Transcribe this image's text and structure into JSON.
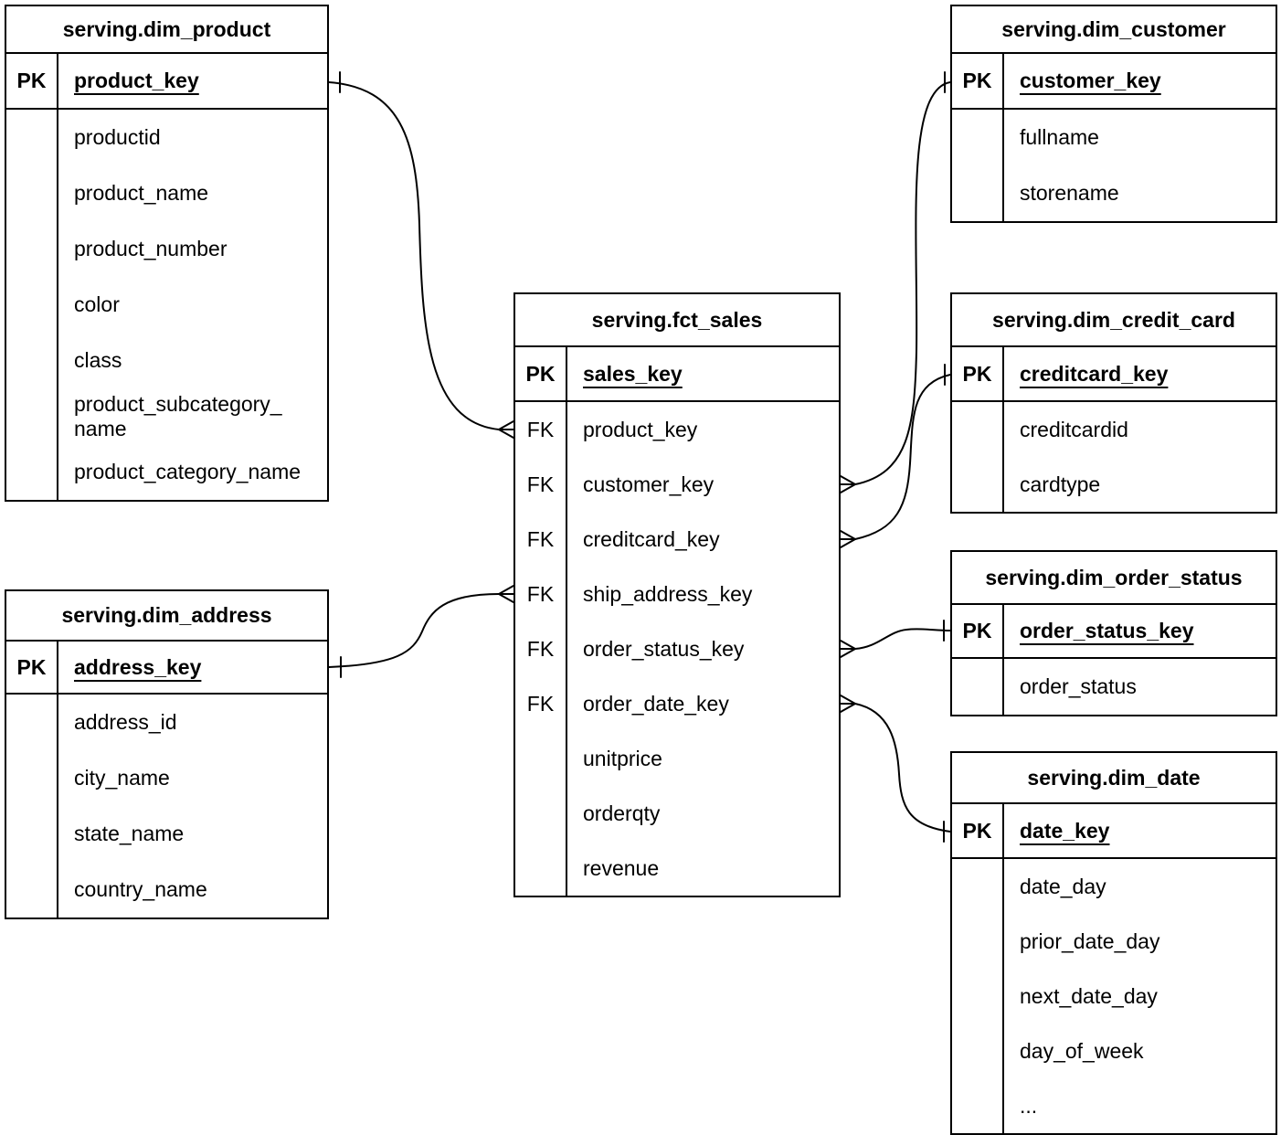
{
  "diagram_type": "entity-relationship",
  "colors": {
    "line": "#000000",
    "background": "#ffffff",
    "text": "#000000"
  },
  "tables": {
    "dim_product": {
      "title": "serving.dim_product",
      "pk_label": "PK",
      "pk_field": "product_key",
      "fields": [
        {
          "key": "",
          "label": "productid"
        },
        {
          "key": "",
          "label": "product_name"
        },
        {
          "key": "",
          "label": "product_number"
        },
        {
          "key": "",
          "label": "color"
        },
        {
          "key": "",
          "label": "class"
        },
        {
          "key": "",
          "label": "product_subcategory_\nname"
        },
        {
          "key": "",
          "label": "product_category_name"
        }
      ]
    },
    "dim_customer": {
      "title": "serving.dim_customer",
      "pk_label": "PK",
      "pk_field": "customer_key",
      "fields": [
        {
          "key": "",
          "label": "fullname"
        },
        {
          "key": "",
          "label": "storename"
        }
      ]
    },
    "fct_sales": {
      "title": "serving.fct_sales",
      "pk_label": "PK",
      "pk_field": "sales_key",
      "fields": [
        {
          "key": "FK",
          "label": "product_key"
        },
        {
          "key": "FK",
          "label": "customer_key"
        },
        {
          "key": "FK",
          "label": "creditcard_key"
        },
        {
          "key": "FK",
          "label": "ship_address_key"
        },
        {
          "key": "FK",
          "label": "order_status_key"
        },
        {
          "key": "FK",
          "label": "order_date_key"
        },
        {
          "key": "",
          "label": "unitprice"
        },
        {
          "key": "",
          "label": "orderqty"
        },
        {
          "key": "",
          "label": "revenue"
        }
      ]
    },
    "dim_credit_card": {
      "title": "serving.dim_credit_card",
      "pk_label": "PK",
      "pk_field": "creditcard_key",
      "fields": [
        {
          "key": "",
          "label": "creditcardid"
        },
        {
          "key": "",
          "label": "cardtype"
        }
      ]
    },
    "dim_order_status": {
      "title": "serving.dim_order_status",
      "pk_label": "PK",
      "pk_field": "order_status_key",
      "fields": [
        {
          "key": "",
          "label": "order_status"
        }
      ]
    },
    "dim_date": {
      "title": "serving.dim_date",
      "pk_label": "PK",
      "pk_field": "date_key",
      "fields": [
        {
          "key": "",
          "label": "date_day"
        },
        {
          "key": "",
          "label": "prior_date_day"
        },
        {
          "key": "",
          "label": "next_date_day"
        },
        {
          "key": "",
          "label": "day_of_week"
        },
        {
          "key": "",
          "label": "..."
        }
      ]
    },
    "dim_address": {
      "title": "serving.dim_address",
      "pk_label": "PK",
      "pk_field": "address_key",
      "fields": [
        {
          "key": "",
          "label": "address_id"
        },
        {
          "key": "",
          "label": "city_name"
        },
        {
          "key": "",
          "label": "state_name"
        },
        {
          "key": "",
          "label": "country_name"
        }
      ]
    }
  },
  "relationships": [
    {
      "one_side": "serving.dim_product.product_key",
      "many_side": "serving.fct_sales.product_key",
      "cardinality": "one-to-many"
    },
    {
      "one_side": "serving.dim_customer.customer_key",
      "many_side": "serving.fct_sales.customer_key",
      "cardinality": "one-to-many"
    },
    {
      "one_side": "serving.dim_credit_card.creditcard_key",
      "many_side": "serving.fct_sales.creditcard_key",
      "cardinality": "one-to-many"
    },
    {
      "one_side": "serving.dim_address.address_key",
      "many_side": "serving.fct_sales.ship_address_key",
      "cardinality": "one-to-many"
    },
    {
      "one_side": "serving.dim_order_status.order_status_key",
      "many_side": "serving.fct_sales.order_status_key",
      "cardinality": "one-to-many"
    },
    {
      "one_side": "serving.dim_date.date_key",
      "many_side": "serving.fct_sales.order_date_key",
      "cardinality": "one-to-many"
    }
  ]
}
